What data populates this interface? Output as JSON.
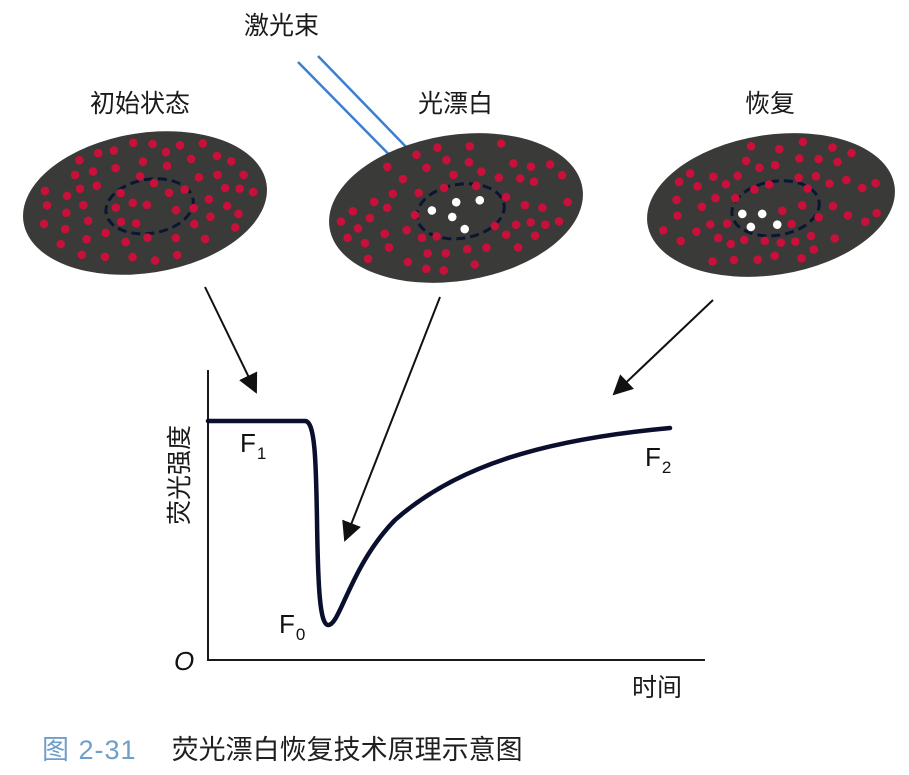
{
  "diagram": {
    "laser_label": "激光束",
    "stages": [
      {
        "label": "初始状态"
      },
      {
        "label": "光漂白"
      },
      {
        "label": "恢复"
      }
    ],
    "graph": {
      "ylabel": "荧光强度",
      "xlabel": "时间",
      "origin": "O",
      "points": [
        {
          "base": "F",
          "sub": "1"
        },
        {
          "base": "F",
          "sub": "0"
        },
        {
          "base": "F",
          "sub": "2"
        }
      ]
    },
    "colors": {
      "membrane": "#3a3a38",
      "dot": "#c8103a",
      "bleached_dot": "#ffffff",
      "ring": "#0a1633",
      "laser": "#3b7fd1",
      "curve": "#0a0f2e"
    }
  },
  "caption": {
    "number": "图 2-31",
    "title": "荧光漂白恢复技术原理示意图"
  }
}
